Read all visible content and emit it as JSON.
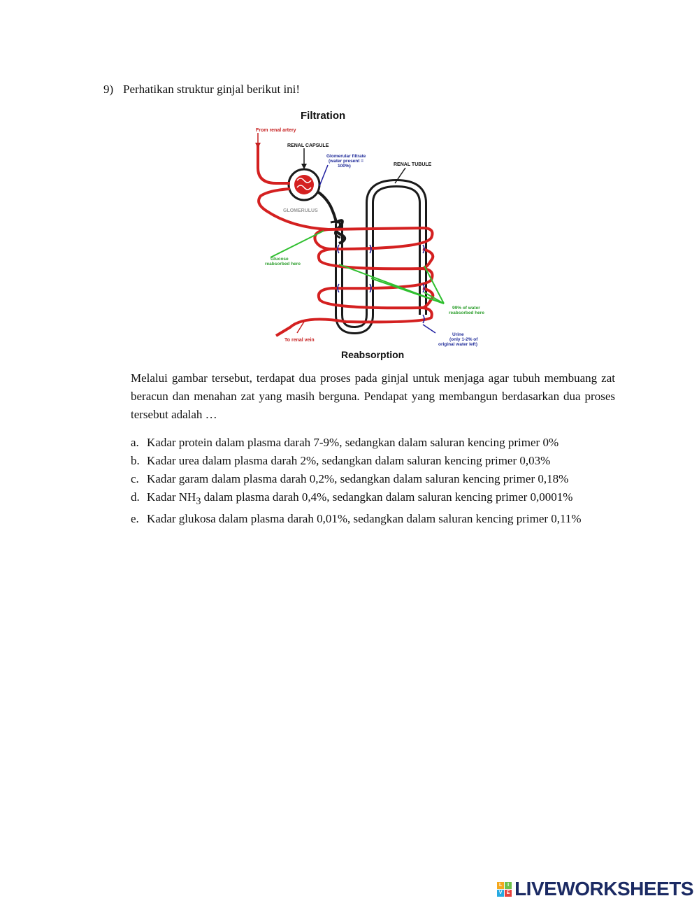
{
  "question": {
    "number": "9)",
    "prompt": "Perhatikan struktur ginjal berikut ini!"
  },
  "figure": {
    "title": "Filtration",
    "bottom_title": "Reabsorption",
    "labels": {
      "from_renal_artery": "From renal artery",
      "renal_capsule": "RENAL CAPSULE",
      "glomerular_filtrate_1": "Glomerular filtrate",
      "glomerular_filtrate_2": "(water present =",
      "glomerular_filtrate_3": "100%)",
      "renal_tubule": "RENAL TUBULE",
      "glomerulus": "GLOMERULUS",
      "glucose_1": "Glucose",
      "glucose_2": "reabsorbed here",
      "water_1": "99% of water",
      "water_2": "reabsorbed here",
      "urine_1": "Urine",
      "urine_2": "(only 1-2% of",
      "urine_3": "original water left)",
      "to_renal_vein": "To renal vein"
    },
    "colors": {
      "blood_vessel": "#d42020",
      "tubule": "#1a1a1a",
      "glucose_arrow": "#2fbf2f",
      "filtrate_arrow": "#2020a0",
      "label_red": "#c62020",
      "label_blue": "#1f2b99",
      "label_green": "#2a9d2a",
      "label_gray": "#9a9a9a"
    }
  },
  "paragraph": "Melalui gambar tersebut, terdapat dua proses pada ginjal untuk menjaga agar tubuh membuang zat beracun dan menahan zat yang masih berguna. Pendapat yang membangun berdasarkan dua proses tersebut adalah …",
  "options": [
    {
      "letter": "a.",
      "text": "Kadar protein dalam plasma darah 7-9%, sedangkan dalam saluran kencing primer 0%"
    },
    {
      "letter": "b.",
      "text": "Kadar urea dalam plasma darah 2%, sedangkan dalam saluran kencing primer 0,03%"
    },
    {
      "letter": "c.",
      "text": "Kadar garam dalam plasma darah 0,2%, sedangkan dalam saluran kencing primer 0,18%"
    },
    {
      "letter": "d.",
      "text_before": "Kadar NH",
      "subscript": "3",
      "text_after": " dalam plasma darah 0,4%, sedangkan dalam saluran kencing primer 0,0001%"
    },
    {
      "letter": "e.",
      "text": "Kadar glukosa dalam plasma darah 0,01%, sedangkan dalam saluran kencing primer 0,11%"
    }
  ],
  "brand": {
    "name": "LIVEWORKSHEETS",
    "logo_letters": [
      "L",
      "I",
      "V",
      "E"
    ],
    "logo_colors": [
      "#f4a81d",
      "#6cc04a",
      "#27a9e1",
      "#e8413c"
    ],
    "text_color": "#1b2a63"
  }
}
